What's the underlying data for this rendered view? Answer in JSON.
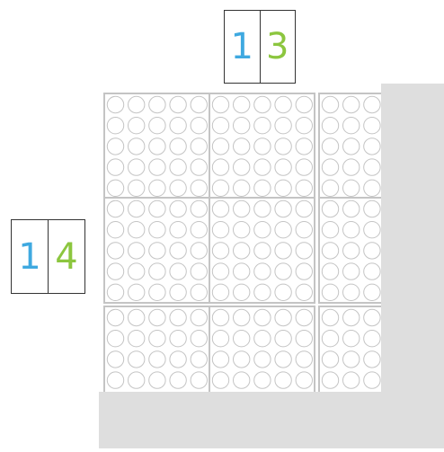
{
  "top_card": {
    "tens": "1",
    "ones": "3"
  },
  "left_card": {
    "tens": "1",
    "ones": "4"
  },
  "colors": {
    "tens_digit": "#3fa9e0",
    "ones_digit": "#8cc63f",
    "grid_line": "#c4c4c4",
    "cover": "#dedede"
  },
  "bead_icon": "circle-outline-icon"
}
